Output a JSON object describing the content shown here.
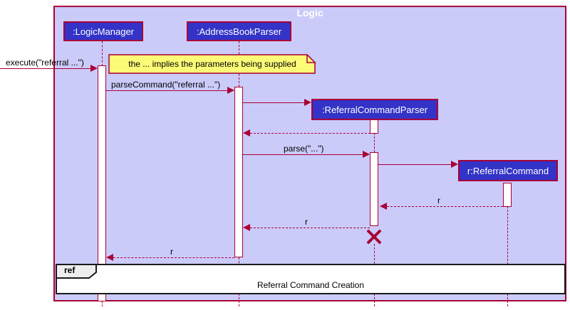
{
  "diagram": {
    "frame_title": "Logic",
    "participants": [
      {
        "name": ":LogicManager"
      },
      {
        "name": ":AddressBookParser"
      },
      {
        "name": ":ReferralCommandParser"
      },
      {
        "name": "r:ReferralCommand"
      }
    ],
    "note_text": "the ... implies the parameters being supplied",
    "messages": {
      "execute": "execute(\"referral ...\")",
      "parse_command": "parseCommand(\"referral ...\")",
      "parse": "parse(\"...\")",
      "return_r_command": "r",
      "return_r_parser": "r",
      "return_r_manager": "r"
    },
    "ref_fragment": {
      "keyword": "ref",
      "title": "Referral Command Creation"
    },
    "colors": {
      "frame_background": "#CBCBFA",
      "line_accent": "#A80036",
      "participant_fill": "#3333C8",
      "participant_text": "#FFFFFF",
      "note_fill": "#FBFB77",
      "ref_keyword_fill": "#EEEEEE",
      "ref_border": "#1A1A1A"
    }
  }
}
